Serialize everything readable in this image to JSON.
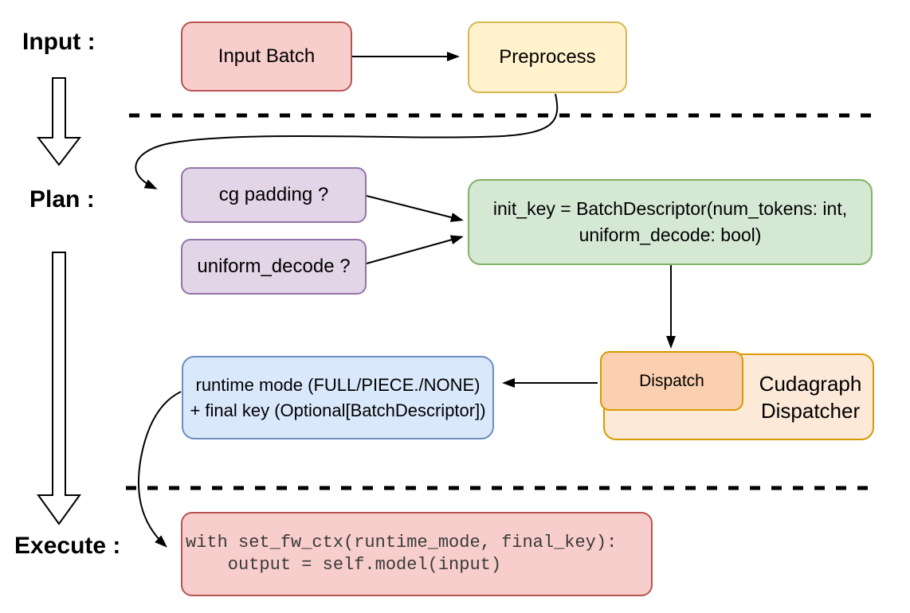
{
  "labels": {
    "input": "Input :",
    "plan": "Plan :",
    "execute": "Execute :"
  },
  "nodes": {
    "input_batch": "Input Batch",
    "preprocess": "Preprocess",
    "cg_padding": "cg padding ?",
    "uniform_decode": "uniform_decode ?",
    "init_key_line1": "init_key = BatchDescriptor(num_tokens: int,",
    "init_key_line2": "uniform_decode: bool)",
    "dispatch": "Dispatch",
    "dispatcher_line1": "Cudagraph",
    "dispatcher_line2": "Dispatcher",
    "runtime_line1": "runtime mode (FULL/PIECE./NONE)",
    "runtime_line2": "+ final key (Optional[BatchDescriptor])",
    "code_line1": "with set_fw_ctx(runtime_mode, final_key):",
    "code_line2": "    output = self.model(input)"
  },
  "colors": {
    "red_fill": "#F8CECC",
    "red_stroke": "#B85450",
    "yellow_fill": "#FFF2CC",
    "yellow_stroke": "#D6B656",
    "purple_fill": "#E1D5E7",
    "purple_stroke": "#9673A6",
    "green_fill": "#D5E8D4",
    "green_stroke": "#82B366",
    "blue_fill": "#DAE8FC",
    "blue_stroke": "#6C8EBF",
    "orange_outer_fill": "#FCE9D8",
    "orange_inner_fill": "#FAD0B0",
    "orange_stroke": "#D79B00",
    "arrow_color": "#000000"
  }
}
